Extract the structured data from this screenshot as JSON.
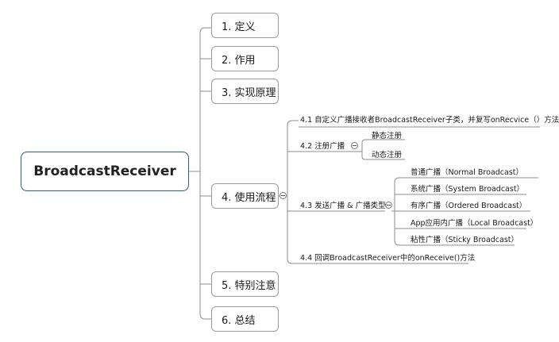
{
  "root": {
    "label": "BroadcastReceiver"
  },
  "topics": [
    {
      "label": "1. 定义"
    },
    {
      "label": "2. 作用"
    },
    {
      "label": "3. 实现原理"
    },
    {
      "label": "4. 使用流程"
    },
    {
      "label": "5. 特别注意"
    },
    {
      "label": "6. 总结"
    }
  ],
  "usage": {
    "items": [
      {
        "label": "4.1 自定义广播接收者BroadcastReceiver子类，并复写onRecvice（）方法"
      },
      {
        "label": "4.2 注册广播"
      },
      {
        "label": "4.3 发送广播 & 广播类型"
      },
      {
        "label": "4.4 回调BroadcastReceiver中的onReceive()方法"
      }
    ],
    "registration": [
      {
        "label": "静态注册"
      },
      {
        "label": "动态注册"
      }
    ],
    "broadcast_types": [
      {
        "label": "普通广播（Normal Broadcast）"
      },
      {
        "label": "系统广播（System Broadcast）"
      },
      {
        "label": "有序广播（Ordered Broadcast）"
      },
      {
        "label": "App应用内广播（Local Broadcast）"
      },
      {
        "label": "粘性广播（Sticky Broadcast）"
      }
    ]
  },
  "colors": {
    "root_border": "#2d5d8a",
    "node_border": "#9a9a9a",
    "line": "#8c8c8c"
  }
}
